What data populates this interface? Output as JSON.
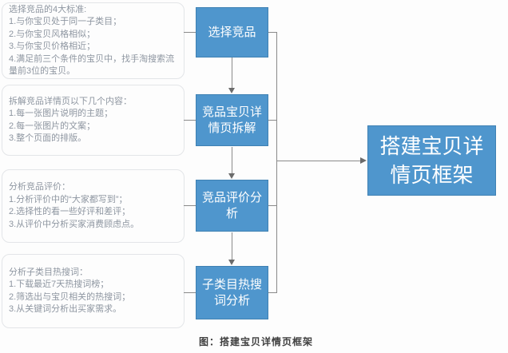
{
  "caption": "图：搭建宝贝详情页框架",
  "notes": [
    {
      "text": "选择竞品的4大标准:\n1.与你宝贝处于同一子类目；\n2.与你宝贝风格相似；\n3.与你宝贝价格相近；\n4.满足前三个条件的宝贝中，找手淘搜索流量前3位的宝贝。"
    },
    {
      "text": "拆解竞品详情页以下几个内容：\n1.每一张图片说明的主题；\n2.每一张图片的文案；\n3.整个页面的排版。"
    },
    {
      "text": "分析竞品评价：\n1.分析评价中的“大家都写到”；\n2.选择性的看一些好评和差评；\n3.从评价中分析买家消费顾虑点。"
    },
    {
      "text": "分析子类目热搜词：\n1.下载最近7天热搜词榜；\n2.筛选出与宝贝相关的热搜词；\n3.从关键词分析出买家需求。"
    }
  ],
  "steps": [
    {
      "label": "选择竞品"
    },
    {
      "label": "竞品宝贝详情页拆解"
    },
    {
      "label": "竞品评价分析"
    },
    {
      "label": "子类目热搜词分析"
    }
  ],
  "result": {
    "label": "搭建宝贝详情页框架"
  },
  "colors": {
    "box_fill": "#4f96cd",
    "box_border": "#3f81b3",
    "line_gray": "#8a8a8a",
    "note_text": "#8e96a1",
    "bubble_border": "#e3e5e8",
    "caption_text": "#3f3f3f"
  }
}
